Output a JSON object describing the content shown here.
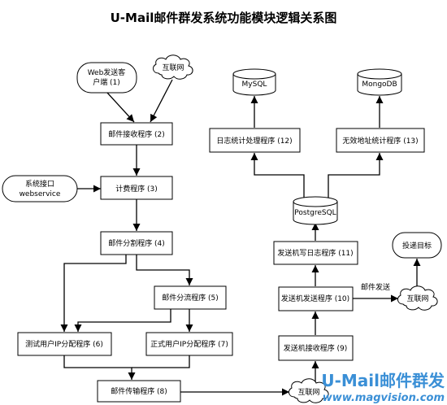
{
  "title": "U-Mail邮件群发系统功能模块逻辑关系图",
  "nodes": {
    "web_client": [
      "Web发送客",
      "户端 (1)"
    ],
    "internet_top": "互联网",
    "receiver": "邮件接收程序 (2)",
    "sys_interface": [
      "系统接口",
      "webservice"
    ],
    "billing": "计费程序 (3)",
    "splitter": "邮件分割程序 (4)",
    "distributor": "邮件分流程序 (5)",
    "test_ip": "测试用户IP分配程序 (6)",
    "formal_ip": "正式用户IP分配程序 (7)",
    "transfer": "邮件传输程序 (8)",
    "internet_bottom": "互联网",
    "sender_receiver": "发送机接收程序 (9)",
    "sender_send": "发送机发送程序 (10)",
    "sender_log": "发送机写日志程序 (11)",
    "postgresql": "PostgreSQL",
    "log_stats": "日志统计处理程序 (12)",
    "invalid_addr": "无效地址统计程序 (13)",
    "mysql": "MySQL",
    "mongodb": "MongoDB",
    "target": "投递目标",
    "internet_right": "互联网"
  },
  "edge_labels": {
    "mail_send": "邮件发送"
  },
  "watermark": {
    "brand": "U-Mail邮件群发",
    "url": "www.magvision.com"
  }
}
